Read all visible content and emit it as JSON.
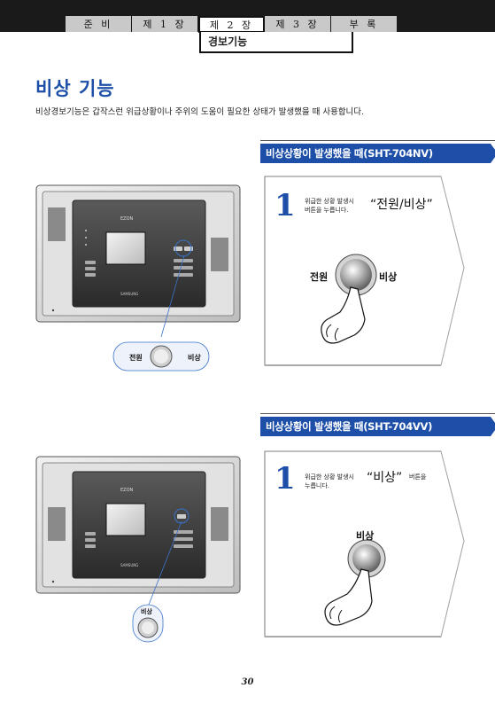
{
  "nav": {
    "tabs": [
      "준 비",
      "제 1 장",
      "제 2 장",
      "제 3 장",
      "부 록"
    ],
    "active_index": 2,
    "subtab": "경보기능"
  },
  "page": {
    "title": "비상 기능",
    "description": "비상경보기능은 갑작스런 위급상황이나 주위의 도움이 필요한 상태가 발생했을 때 사용합니다."
  },
  "sections": [
    {
      "header": "비상상황이 발생했을 때(SHT-704NV)",
      "step_number": "1",
      "step_text_before": "위급한 상황 발생시",
      "step_text_line2": "버튼을 누릅니다.",
      "step_quote": "“전원/비상”",
      "button_left_label": "전원",
      "button_right_label": "비상",
      "callout_left_label": "전원",
      "callout_right_label": "비상"
    },
    {
      "header": "비상상황이 발생했을 때(SHT-704VV)",
      "step_number": "1",
      "step_text_before": "위급한 상황 발생시",
      "step_text_line2": "누릅니다.",
      "step_quote": "“비상”",
      "step_text_after": "버튼을",
      "button_label": "비상",
      "callout_label": "비상"
    }
  ],
  "device": {
    "brand_logo": "SAMSUNG",
    "model_mark": "EZON"
  },
  "page_number": "30",
  "colors": {
    "accent": "#1d4fa8",
    "callout_line": "#3a73c9",
    "nav_dark": "#1a1a1a",
    "tab_gray": "#c9c9c9"
  }
}
